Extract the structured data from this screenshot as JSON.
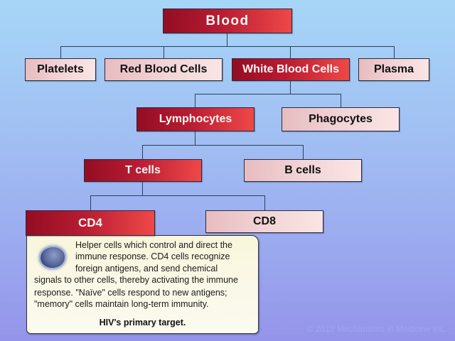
{
  "diagram": {
    "root": {
      "label": "Blood"
    },
    "level1": [
      {
        "label": "Platelets",
        "style": "light"
      },
      {
        "label": "Red Blood Cells",
        "style": "light"
      },
      {
        "label": "White Blood Cells",
        "style": "dark"
      },
      {
        "label": "Plasma",
        "style": "light"
      }
    ],
    "level2": [
      {
        "label": "Lymphocytes",
        "style": "dark"
      },
      {
        "label": "Phagocytes",
        "style": "light"
      }
    ],
    "level3": [
      {
        "label": "T cells",
        "style": "dark"
      },
      {
        "label": "B cells",
        "style": "light"
      }
    ],
    "level4": [
      {
        "label": "CD4",
        "style": "dark"
      },
      {
        "label": "CD8",
        "style": "light"
      }
    ]
  },
  "info_panel": {
    "icon": "lymphocyte-cell-icon",
    "lines": [
      "Helper cells which control and direct the",
      "immune response. CD4 cells recognize",
      "foreign antigens, and send chemical",
      "signals to other cells, thereby activating the immune",
      "response. \"Naïve\" cells respond to new antigens;",
      "\"memory\" cells maintain long-term immunity."
    ],
    "target": "HIV's primary target."
  },
  "watermark": "© 2012 Mechanisms in Medicine Inc.",
  "colors": {
    "highlight_start": "#930d23",
    "highlight_end": "#ef4848",
    "normal_box": "#f2d4d6",
    "connector": "#2c3f5a"
  }
}
